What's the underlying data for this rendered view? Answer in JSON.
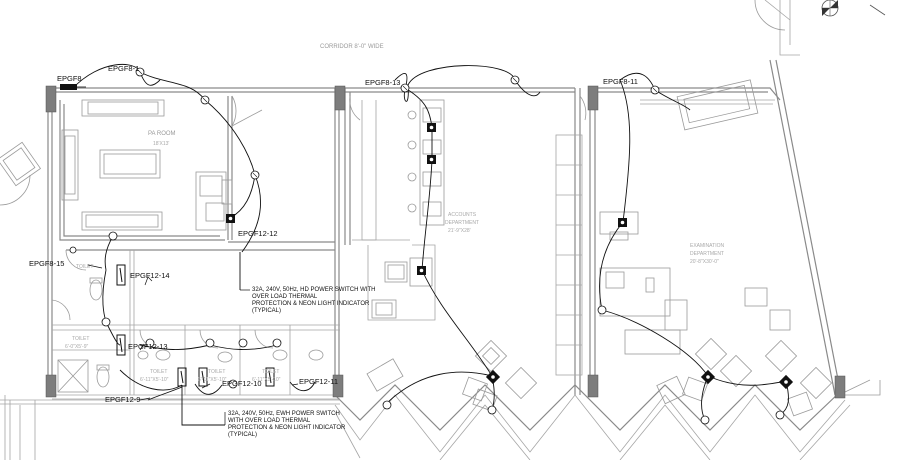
{
  "rooms": {
    "corridor": "CORRIDOR 8'-0\" WIDE",
    "pa_room_name": "PA ROOM",
    "pa_room_size": "18'X13'",
    "accounts_name": "ACCOUNTS",
    "accounts_name2": "DEPARTMENT",
    "accounts_size": "21'-9\"X28'",
    "exam_name": "EXAMINATION",
    "exam_name2": "DEPARTMENT",
    "exam_size": "20'-8\"X30'-0\"",
    "toilet_1": "TOILET",
    "toilet_1_size": "6'-0\"X5'-9\"",
    "toilet_2": "TOILET",
    "toilet_2_size": "6'-11\"X5'-10\"",
    "toilet_3": "TOILET",
    "toilet_3_size": "6'-11\"X5'-10\"",
    "toilet_4": "TOILET",
    "toilet_4_size": "6'-11\"X5'-10\"",
    "toilet_5": "TOILET"
  },
  "labels": {
    "epgf8": "EPGF8",
    "epgf8_1": "EPGF8-1",
    "epgf8_13": "EPGF8-13",
    "epgf8_11": "EPGF8-11",
    "epgf12_12": "EPGF12-12",
    "epgf8_15": "EPGF8-15",
    "epgf12_14": "EPGF12-14",
    "epgf12_13": "EPGF12-13",
    "epgf12_10": "EPGF12-10",
    "epgf12_11": "EPGF12-11",
    "epgf12_9": "EPGF12-9"
  },
  "notes": {
    "note1_line1": "32A, 240V, 50Hz, HD POWER SWITCH WITH",
    "note1_line2": "OVER LOAD THERMAL",
    "note1_line3": "PROTECTION & NEON LIGHT INDICATOR",
    "note1_line4": "(TYPICAL)",
    "note2_line1": "32A, 240V, 50Hz, EWH POWER SWITCH",
    "note2_line2": "WITH OVER LOAD THERMAL",
    "note2_line3": "PROTECTION & NEON LIGHT INDICATOR",
    "note2_line4": "(TYPICAL)"
  },
  "icons": [
    "power-outlet-icon",
    "light-fixture-icon",
    "power-switch-icon",
    "structural-column-icon",
    "compass-icon",
    "door-swing-icon"
  ]
}
